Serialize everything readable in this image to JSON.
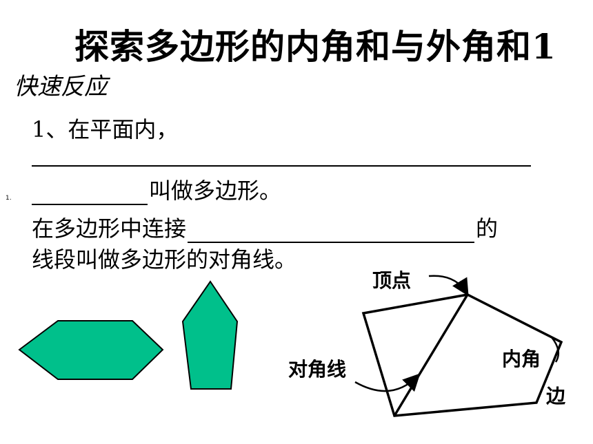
{
  "title": "探索多边形的内角和与外角和1",
  "subtitle": "快速反应",
  "slide_marker": "1.",
  "question": {
    "line1": "1、在平面内，",
    "line2_suffix": "叫做多边形。",
    "line3_prefix": "在多边形中连接",
    "line3_suffix": "的",
    "line4": "线段叫做多边形的对角线。"
  },
  "diagram": {
    "vertex_label": "顶点",
    "diagonal_label": "对角线",
    "interior_angle_label": "内角",
    "side_label": "边"
  },
  "colors": {
    "shape_fill": "#00c08b",
    "outline": "#000000"
  }
}
